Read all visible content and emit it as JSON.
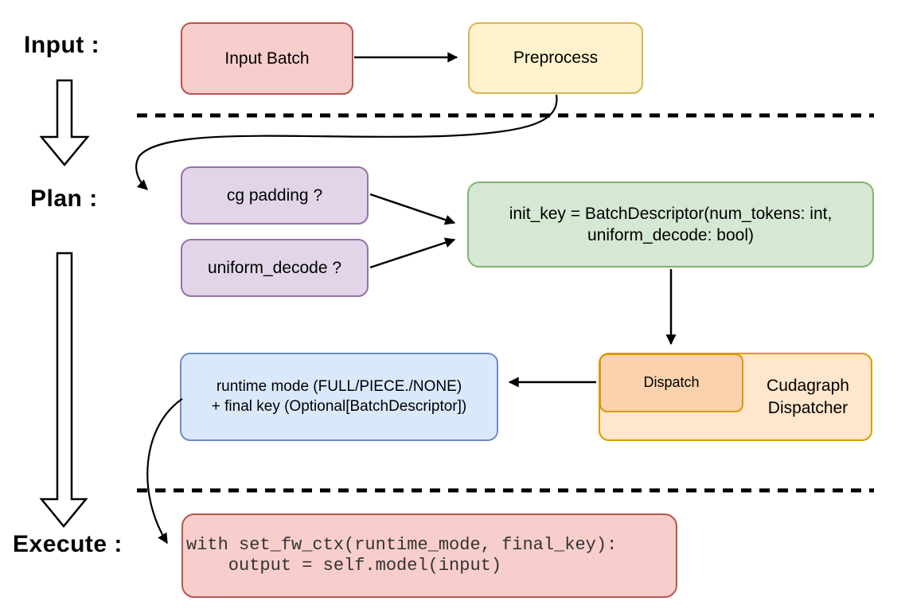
{
  "stage_labels": {
    "input": "Input :",
    "plan": "Plan :",
    "execute": "Execute :"
  },
  "nodes": {
    "input_batch": {
      "label": "Input Batch"
    },
    "preprocess": {
      "label": "Preprocess"
    },
    "cg_padding": {
      "label": "cg padding ?"
    },
    "uniform_decode": {
      "label": "uniform_decode ?"
    },
    "init_key": {
      "line1": "init_key = BatchDescriptor(num_tokens: int,",
      "line2": "uniform_decode: bool)"
    },
    "dispatch": {
      "label": "Dispatch"
    },
    "cudagraph_dispatcher": {
      "label": "Cudagraph Dispatcher"
    },
    "runtime_result": {
      "line1": "runtime mode (FULL/PIECE./NONE)",
      "line2": "+ final key (Optional[BatchDescriptor])"
    },
    "execute_code": {
      "line1": "with set_fw_ctx(runtime_mode, final_key):",
      "line2": "    output = self.model(input)"
    }
  },
  "colors": {
    "red_fill": "#F8CECC",
    "red_border": "#B85450",
    "yellow_fill": "#FFF2CC",
    "yellow_border": "#D6B656",
    "purple_fill": "#E1D5E7",
    "purple_border": "#9673A6",
    "green_fill": "#D5E8D4",
    "green_border": "#82B366",
    "blue_fill": "#DAE8FC",
    "blue_border": "#6C8EBF",
    "orange_outer_fill": "#FFE6CC",
    "orange_inner_fill": "#FAD2AE",
    "orange_border": "#D79B00",
    "connector_color": "#000000",
    "code_text_color": "#333333"
  }
}
